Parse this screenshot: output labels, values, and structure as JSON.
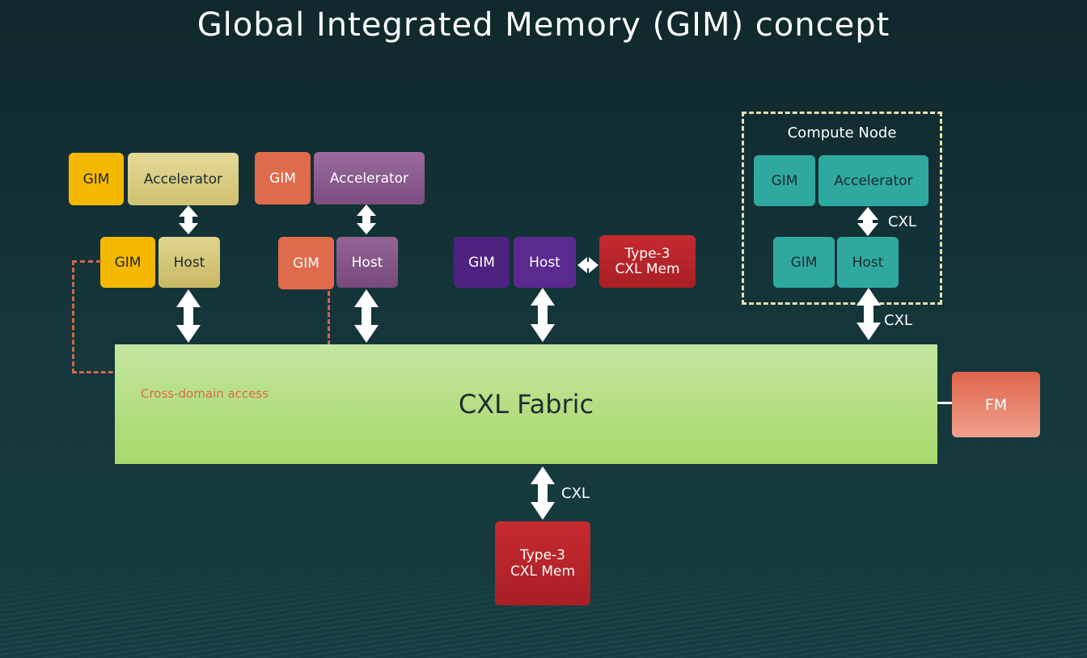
{
  "title": "Global Integrated Memory (GIM) concept",
  "colors": {
    "yellow": "#f5b800",
    "khaki": "#d8cd82",
    "orange": "#e06a4c",
    "mauve": "#8a5a8e",
    "purple": "#5a2a8a",
    "red": "#b8262c",
    "teal": "#2fa9a0",
    "fabric": "#b4de86",
    "fm": "#e8806a"
  },
  "group1": {
    "gim_top": "GIM",
    "accelerator": "Accelerator",
    "gim_host": "GIM",
    "host": "Host"
  },
  "group2": {
    "gim_top": "GIM",
    "accelerator": "Accelerator",
    "gim_host": "GIM",
    "host": "Host"
  },
  "group3": {
    "gim": "GIM",
    "host": "Host",
    "type3_line1": "Type-3",
    "type3_line2": "CXL Mem"
  },
  "compute_node": {
    "label": "Compute Node",
    "gim_top": "GIM",
    "accelerator": "Accelerator",
    "gim_host": "GIM",
    "host": "Host",
    "cxl_inner": "CXL",
    "cxl_outer": "CXL"
  },
  "fabric": {
    "label": "CXL Fabric",
    "cross_domain": "Cross-domain access"
  },
  "fm": "FM",
  "bottom_mem": {
    "line1": "Type-3",
    "line2": "CXL Mem",
    "cxl": "CXL"
  }
}
